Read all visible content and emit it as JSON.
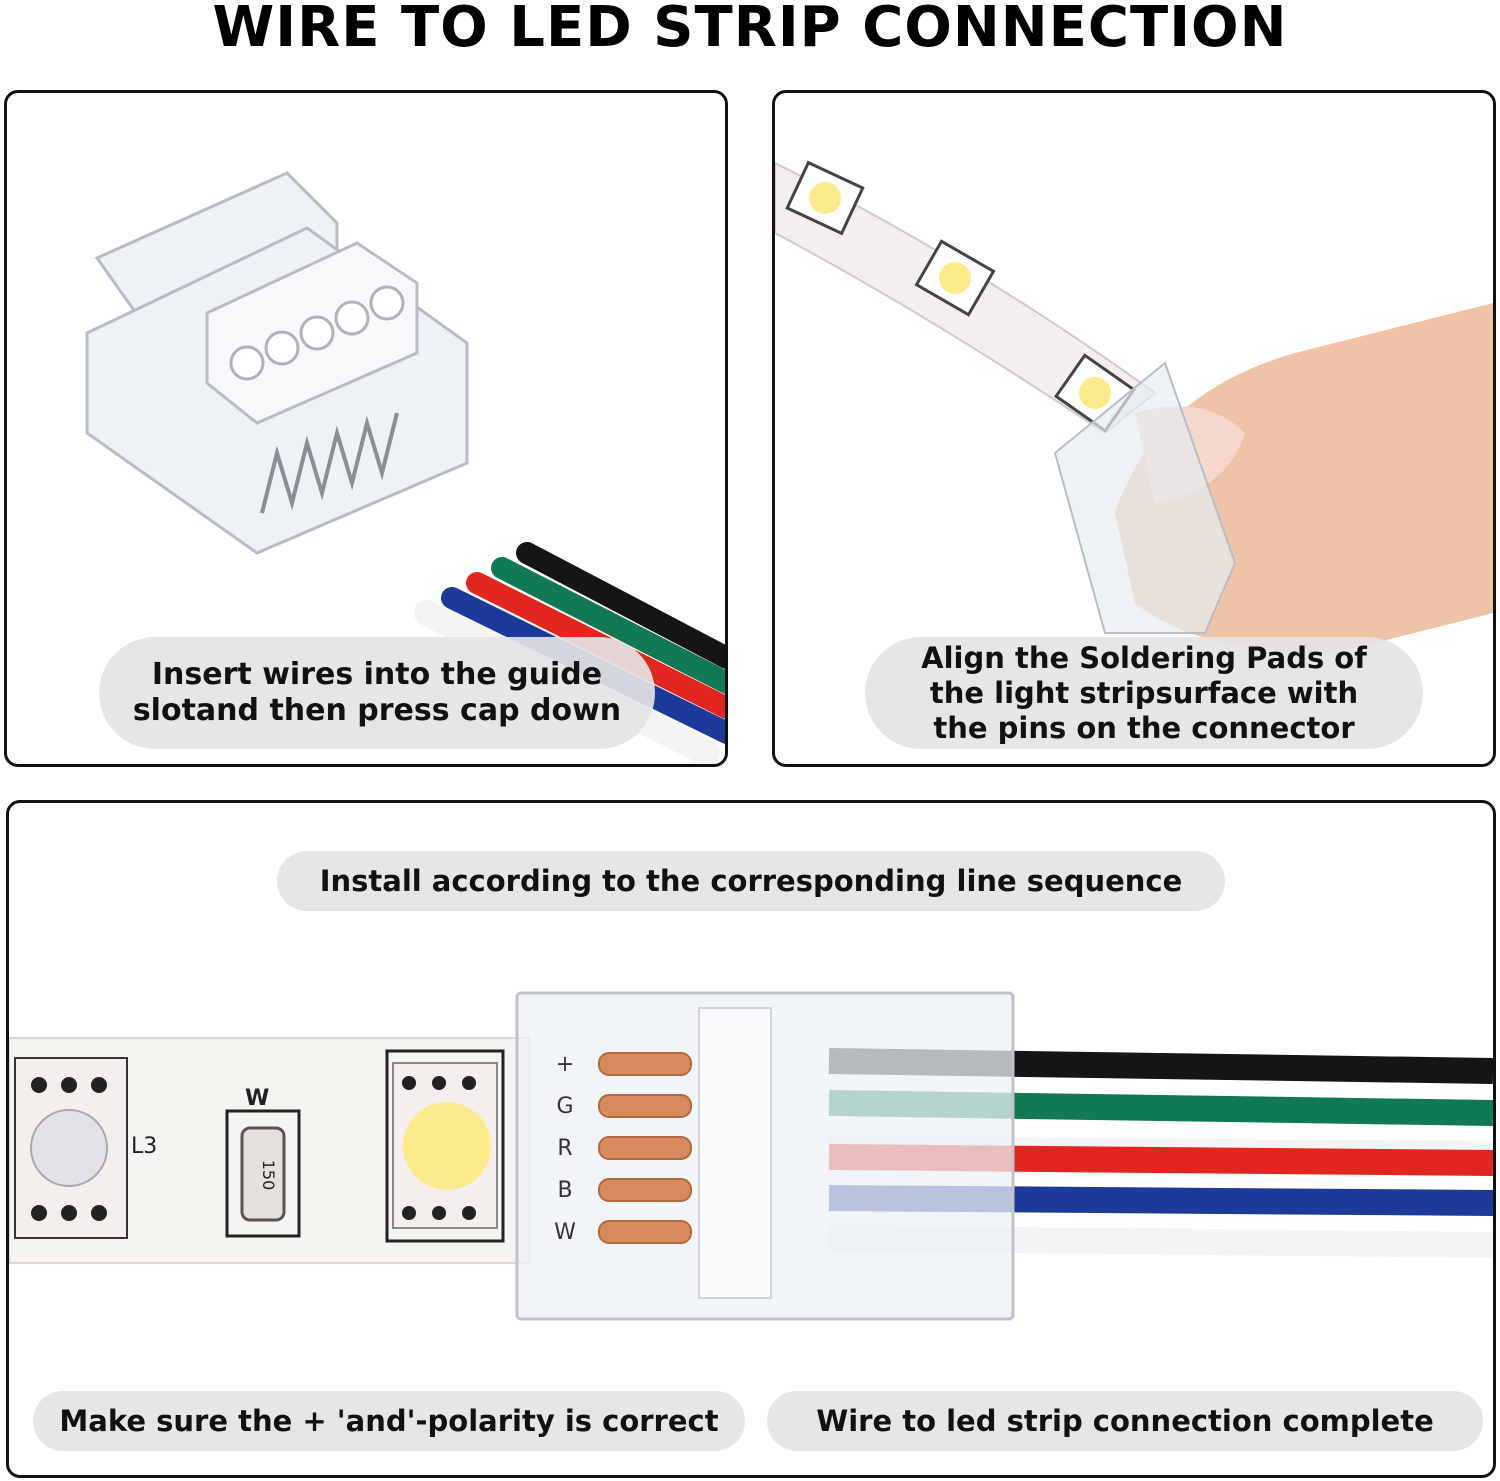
{
  "header": {
    "title": "WIRE TO LED STRIP CONNECTION"
  },
  "panel_a": {
    "caption": "Insert wires into the guide\nslotand then press cap down"
  },
  "panel_b": {
    "caption": "Align the Soldering Pads of\nthe light stripsurface with\nthe pins on the connector"
  },
  "panel_c": {
    "top_caption": "Install according to the corresponding line sequence",
    "bottom_left_caption": "Make sure the + 'and'-polarity is correct",
    "bottom_right_caption": "Wire to led strip connection complete",
    "strip_labels": {
      "w": "W",
      "l3": "L3",
      "resistor": "150"
    },
    "pin_labels": [
      "+",
      "G",
      "R",
      "B",
      "W"
    ]
  },
  "colors": {
    "wire_black": "#151515",
    "wire_green": "#117a55",
    "wire_red": "#e0261e",
    "wire_blue": "#1d3a9a",
    "wire_white": "#f4f4f4",
    "copper": "#d98a5c",
    "led_yellow": "#fbeb8a",
    "skin": "#efc3a8"
  }
}
